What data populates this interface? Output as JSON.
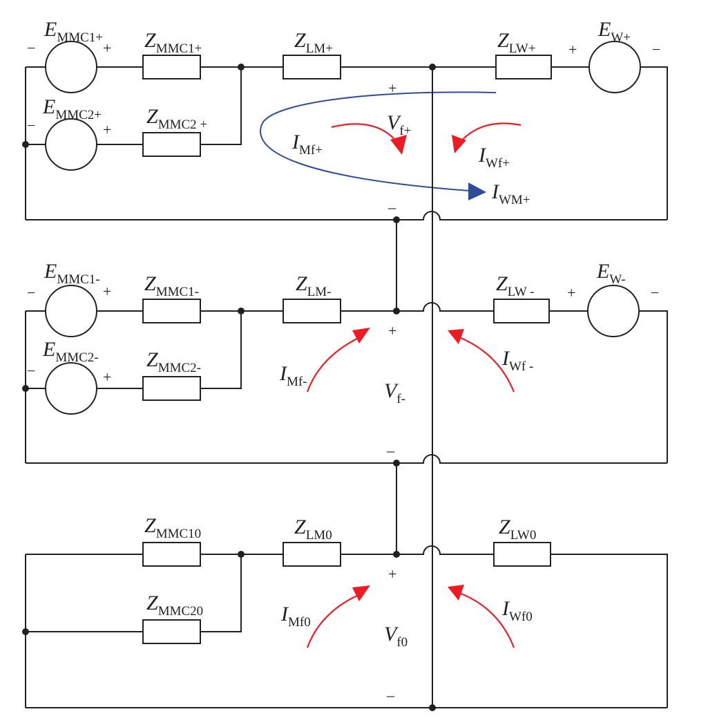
{
  "colors": {
    "wire": "#231f20",
    "red_arrow": "#ed1c24",
    "blue_arrow": "#2e4b9c",
    "background": "#ffffff"
  },
  "labels": {
    "E_MMC1_pos": {
      "main": "E",
      "sub": "MMC1+"
    },
    "E_MMC2_pos": {
      "main": "E",
      "sub": "MMC2+"
    },
    "Z_MMC1_pos": {
      "main": "Z",
      "sub": "MMC1+"
    },
    "Z_MMC2_pos": {
      "main": "Z",
      "sub": "MMC2 +"
    },
    "Z_LM_pos": {
      "main": "Z",
      "sub": "LM+"
    },
    "Z_LW_pos": {
      "main": "Z",
      "sub": "LW+"
    },
    "E_W_pos": {
      "main": "E",
      "sub": "W+"
    },
    "V_f_pos": {
      "main": "V",
      "sub": "f+"
    },
    "I_Mf_pos": {
      "main": "I",
      "sub": "Mf+"
    },
    "I_Wf_pos": {
      "main": "I",
      "sub": "Wf+"
    },
    "I_WM_pos": {
      "main": "I",
      "sub": "WM+"
    },
    "E_MMC1_neg": {
      "main": "E",
      "sub": "MMC1-"
    },
    "E_MMC2_neg": {
      "main": "E",
      "sub": "MMC2-"
    },
    "Z_MMC1_neg": {
      "main": "Z",
      "sub": "MMC1-"
    },
    "Z_MMC2_neg": {
      "main": "Z",
      "sub": "MMC2-"
    },
    "Z_LM_neg": {
      "main": "Z",
      "sub": "LM-"
    },
    "Z_LW_neg": {
      "main": "Z",
      "sub": "LW -"
    },
    "E_W_neg": {
      "main": "E",
      "sub": "W-"
    },
    "V_f_neg": {
      "main": "V",
      "sub": "f-"
    },
    "I_Mf_neg": {
      "main": "I",
      "sub": "Mf-"
    },
    "I_Wf_neg": {
      "main": "I",
      "sub": "Wf -"
    },
    "Z_MMC1_zero": {
      "main": "Z",
      "sub": "MMC10"
    },
    "Z_MMC2_zero": {
      "main": "Z",
      "sub": "MMC20"
    },
    "Z_LM_zero": {
      "main": "Z",
      "sub": "LM0"
    },
    "Z_LW_zero": {
      "main": "Z",
      "sub": "LW0"
    },
    "V_f_zero": {
      "main": "V",
      "sub": "f0"
    },
    "I_Mf_zero": {
      "main": "I",
      "sub": "Mf0"
    },
    "I_Wf_zero": {
      "main": "I",
      "sub": "Wf0"
    }
  },
  "signs": {
    "plus": "+",
    "minus": "−",
    "minus_short": "–"
  }
}
